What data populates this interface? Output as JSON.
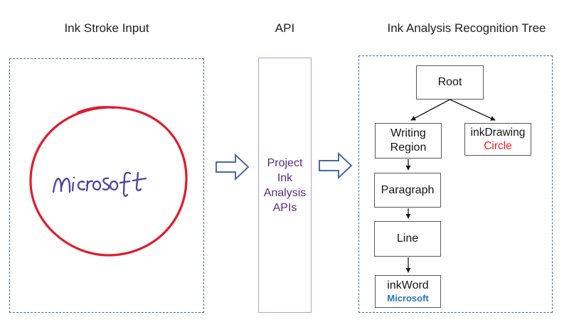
{
  "input_panel": {
    "title": "Ink Stroke Input",
    "handwritten_text": "Microsoft",
    "drawing_shape": "circle"
  },
  "api_panel": {
    "title": "API",
    "lines": [
      "Project",
      "Ink",
      "Analysis",
      "APIs"
    ]
  },
  "tree_panel": {
    "title": "Ink Analysis Recognition Tree",
    "nodes": {
      "root": {
        "label": "Root"
      },
      "writing_region": {
        "line1": "Writing",
        "line2": "Region"
      },
      "ink_drawing": {
        "line1": "inkDrawing",
        "line2": "Circle"
      },
      "paragraph": {
        "label": "Paragraph"
      },
      "line": {
        "label": "Line"
      },
      "ink_word": {
        "line1": "inkWord",
        "line2": "Microsoft"
      }
    }
  },
  "colors": {
    "dashed_border": "#52688a",
    "ink_red": "#e01b2c",
    "handwriting_purple": "#4c42a1",
    "api_border": "#b3a2c7",
    "api_text_purple": "#5b2a86",
    "node_border": "#595959",
    "circle_label_red": "#ed1c24",
    "inkword_blue": "#2776bb",
    "block_arrow_blue": "#4a69a5",
    "connector_black": "#1a1a1a"
  }
}
